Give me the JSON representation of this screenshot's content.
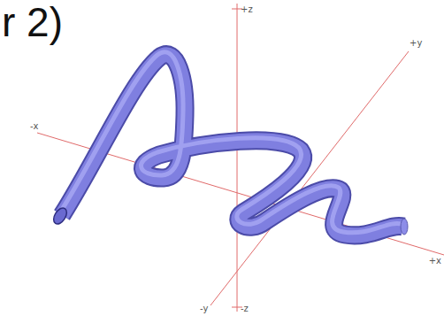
{
  "diagram": {
    "title": "r 2)",
    "labels": [
      "+z",
      "+y",
      "-x",
      "-y",
      "-z",
      "+x"
    ]
  }
}
